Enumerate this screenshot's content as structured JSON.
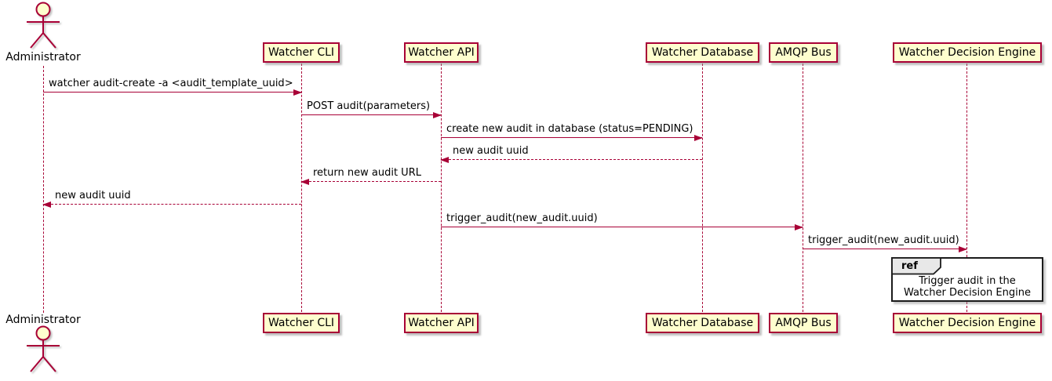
{
  "diagram": {
    "kind": "uml-sequence-diagram",
    "tool_style": "plantuml"
  },
  "actor": {
    "name": "Administrator"
  },
  "participants": [
    {
      "name": "Watcher CLI"
    },
    {
      "name": "Watcher API"
    },
    {
      "name": "Watcher Database"
    },
    {
      "name": "AMQP Bus"
    },
    {
      "name": "Watcher Decision Engine"
    }
  ],
  "messages": [
    {
      "from": "Administrator",
      "to": "Watcher CLI",
      "label": "watcher audit-create -a <audit_template_uuid>",
      "line": "solid",
      "direction": "right"
    },
    {
      "from": "Watcher CLI",
      "to": "Watcher API",
      "label": "POST audit(parameters)",
      "line": "solid",
      "direction": "right"
    },
    {
      "from": "Watcher API",
      "to": "Watcher Database",
      "label": "create new audit in database (status=PENDING)",
      "line": "solid",
      "direction": "right"
    },
    {
      "from": "Watcher Database",
      "to": "Watcher API",
      "label": "new audit uuid",
      "line": "dashed",
      "direction": "left"
    },
    {
      "from": "Watcher API",
      "to": "Watcher CLI",
      "label": "return new audit URL",
      "line": "dashed",
      "direction": "left"
    },
    {
      "from": "Watcher CLI",
      "to": "Administrator",
      "label": "new audit uuid",
      "line": "dashed",
      "direction": "left"
    },
    {
      "from": "Watcher API",
      "to": "AMQP Bus",
      "label": "trigger_audit(new_audit.uuid)",
      "line": "solid",
      "direction": "right"
    },
    {
      "from": "AMQP Bus",
      "to": "Watcher Decision Engine",
      "label": "trigger_audit(new_audit.uuid)",
      "line": "solid",
      "direction": "right"
    }
  ],
  "ref": {
    "keyword": "ref",
    "lines": [
      "Trigger audit in the",
      "Watcher Decision Engine"
    ]
  },
  "colors": {
    "participant_fill": "#FEFECE",
    "participant_border": "#A80036",
    "lifeline": "#A80036",
    "arrow": "#A80036",
    "text": "#000000",
    "ref_border": "#1b1b1b",
    "ref_tab_fill": "#E8E8E8",
    "background": "#FFFFFF"
  }
}
